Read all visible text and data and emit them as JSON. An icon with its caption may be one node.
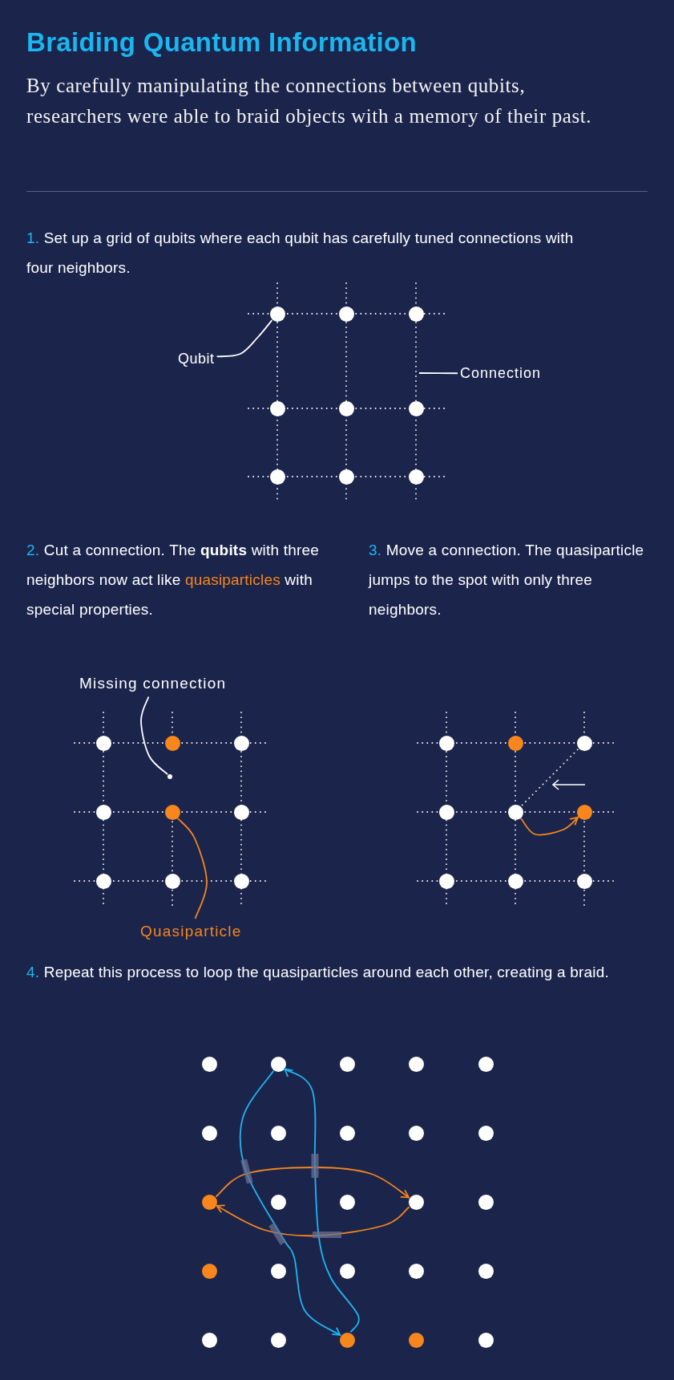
{
  "diagram": {
    "title": "Braiding Quantum Information",
    "nodes": [
      {
        "text": [
          "Qubit"
        ]
      },
      {
        "text": [
          "Connection"
        ]
      },
      {
        "text": [],
        "shape": "circle"
      },
      {
        "text": [],
        "shape": "circle"
      },
      {
        "text": [],
        "shape": "circle"
      },
      {
        "text": [],
        "shape": "circle"
      },
      {
        "text": [],
        "shape": "circle"
      },
      {
        "text": [],
        "shape": "circle"
      },
      {
        "text": [],
        "shape": "circle"
      },
      {
        "text": [],
        "shape": "circle"
      },
      {
        "text": [],
        "shape": "circle"
      },
      {
        "text": [
          "Missing connection"
        ]
      },
      {
        "text": [
          "Quasiparticle"
        ]
      },
      {
        "text": [],
        "shape": "circle"
      },
      {
        "text": [],
        "shape": "circle"
      },
      {
        "text": [],
        "shape": "circle"
      },
      {
        "text": [],
        "shape": "circle"
      },
      {
        "text": [],
        "shape": "circle"
      },
      {
        "text": [],
        "shape": "circle"
      },
      {
        "text": [],
        "shape": "circle"
      },
      {
        "text": [],
        "shape": "circle"
      },
      {
        "text": [],
        "shape": "circle"
      },
      {
        "text": [],
        "shape": "circle"
      },
      {
        "text": [],
        "shape": "circle"
      },
      {
        "text": [],
        "shape": "circle"
      },
      {
        "text": [],
        "shape": "circle"
      },
      {
        "text": [],
        "shape": "circle"
      },
      {
        "text": [],
        "shape": "circle"
      },
      {
        "text": [],
        "shape": "circle"
      },
      {
        "text": [],
        "shape": "circle"
      },
      {
        "text": [],
        "shape": "circle"
      },
      {
        "text": [],
        "shape": "circle"
      },
      {
        "text": [],
        "shape": "circle"
      },
      {
        "text": [],
        "shape": "circle"
      },
      {
        "text": [],
        "shape": "circle"
      },
      {
        "text": [],
        "shape": "circle"
      },
      {
        "text": [],
        "shape": "circle"
      },
      {
        "text": [],
        "shape": "circle"
      },
      {
        "text": [],
        "shape": "circle"
      },
      {
        "text": [],
        "shape": "circle"
      },
      {
        "text": [],
        "shape": "circle"
      },
      {
        "text": [],
        "shape": "circle"
      },
      {
        "text": [],
        "shape": "circle"
      },
      {
        "text": [],
        "shape": "circle"
      },
      {
        "text": [],
        "shape": "circle"
      },
      {
        "text": [],
        "shape": "circle"
      },
      {
        "text": [],
        "shape": "circle"
      },
      {
        "text": [],
        "shape": "circle"
      },
      {
        "text": [],
        "shape": "circle"
      },
      {
        "text": [],
        "shape": "circle"
      },
      {
        "text": [],
        "shape": "circle"
      },
      {
        "text": [],
        "shape": "circle"
      },
      {
        "text": [],
        "shape": "circle"
      },
      {
        "text": [],
        "shape": "circle"
      },
      {
        "text": [],
        "shape": "circle"
      },
      {
        "text": [],
        "shape": "circle"
      },
      {
        "text": [],
        "shape": "circle"
      }
    ],
    "edges": [
      {
        "from": 0,
        "to": 2,
        "arrow": "none",
        "color": "#ffffff"
      },
      {
        "from": 1,
        "to": null,
        "arrow": "none",
        "color": "#ffffff"
      },
      {
        "from": 11,
        "to": 56,
        "arrow": "none",
        "color": "#ffffff"
      },
      {
        "from": 12,
        "to": 17,
        "arrow": "none",
        "color": "#f7861c"
      },
      {
        "from": 26,
        "to": 27,
        "arrow": "to",
        "color": "#f7861c"
      },
      {
        "from": 41,
        "to": 44,
        "arrow": "to",
        "color": "#f7861c"
      },
      {
        "from": 44,
        "to": 41,
        "arrow": "to",
        "color": "#f7861c"
      },
      {
        "from": 32,
        "to": 53,
        "arrow": "to",
        "color": "#1fb6ef"
      },
      {
        "from": 53,
        "to": 32,
        "arrow": "to",
        "color": "#1fb6ef"
      }
    ],
    "labels": [
      "By carefully manipulating the connections between qubits, researchers were able to braid objects with a memory of their past.",
      "1.",
      "Set up a grid of qubits where each qubit has carefully tuned connections with four neighbors.",
      "2.",
      "Cut a connection. The **qubits** with three neighbors now act like",
      "quasiparticles",
      "with special properties.",
      "3.",
      "Move a connection. The quasiparticle jumps to the spot with only three neighbors.",
      "4.",
      "Repeat this process to loop the quasiparticles around each other, creating a braid."
    ]
  }
}
